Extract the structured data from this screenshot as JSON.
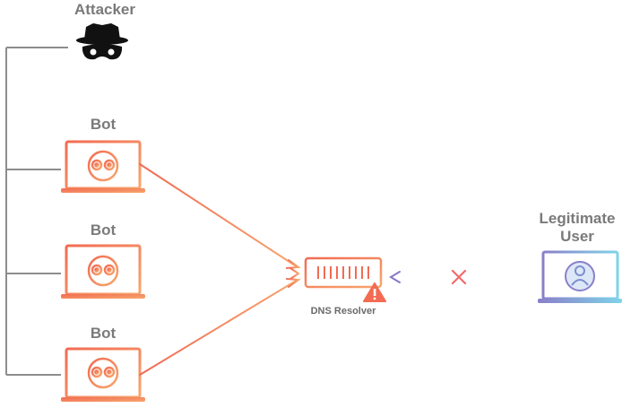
{
  "labels": {
    "attacker": "Attacker",
    "bot1": "Bot",
    "bot2": "Bot",
    "bot3": "Bot",
    "resolver": "DNS Resolver",
    "user": "Legitimate User"
  },
  "icons": {
    "attacker": "spy-hat-icon",
    "bot": "robot-face-icon",
    "resolver": "server-icon",
    "warning": "warning-icon",
    "user": "user-icon",
    "blocked": "cross-icon"
  },
  "colors": {
    "bot_gradient_start": "#f26b52",
    "bot_gradient_end": "#f6a06b",
    "user_gradient_start": "#8a7fc9",
    "user_gradient_end": "#7fd3e8",
    "cross": "#f06a6a",
    "tree_line": "#8d8d8d"
  }
}
